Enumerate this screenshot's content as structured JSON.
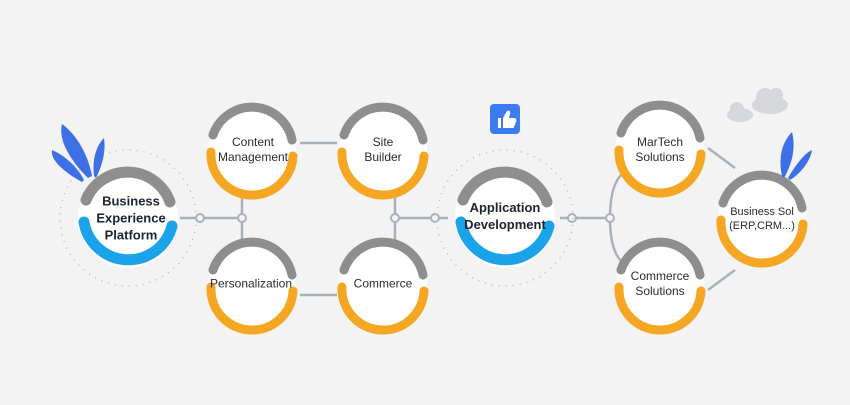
{
  "colors": {
    "gray": "#8e8e8e",
    "orange": "#f5a623",
    "blue": "#1aa3e8",
    "line": "#a9b2bb",
    "leaf": "#3d6fe6",
    "background": "#f3f3f3"
  },
  "nodes": {
    "bxp": {
      "lines": [
        "Business",
        "Experience",
        "Platform"
      ]
    },
    "content": {
      "lines": [
        "Content",
        "Management"
      ]
    },
    "site": {
      "lines": [
        "Site",
        "Builder"
      ]
    },
    "personalization": {
      "lines": [
        "Personalization"
      ]
    },
    "commerce": {
      "lines": [
        "Commerce"
      ]
    },
    "app": {
      "lines": [
        "Application",
        "Development"
      ]
    },
    "martech": {
      "lines": [
        "MarTech",
        "Solutions"
      ]
    },
    "commerce_solutions": {
      "lines": [
        "Commerce",
        "Solutions"
      ]
    },
    "business": {
      "lines": [
        "Business Sol",
        "(ERP,CRM...)"
      ]
    }
  },
  "icons": [
    "leaf-icon",
    "thumbs-up-icon",
    "cloud-icon"
  ]
}
